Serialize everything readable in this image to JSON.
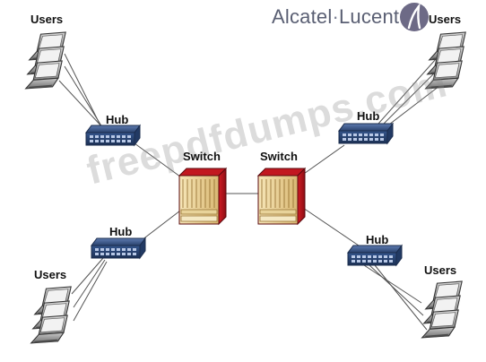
{
  "brand": {
    "name_left": "Alcatel",
    "separator": "·",
    "name_right": "Lucent",
    "logo_icon": "alcatel-lucent-logo-icon",
    "logo_color": "#6d6a86"
  },
  "watermark": {
    "text": "freepdfdumps.com"
  },
  "labels": {
    "users": "Users",
    "hub": "Hub",
    "switch": "Switch"
  },
  "colors": {
    "switch_red": "#b5121b",
    "switch_cream": "#f0d9a0",
    "hub_blue": "#2e4a78",
    "laptop_gray": "#a8a8a8",
    "link_line": "#555555"
  },
  "icons": {
    "laptop": "laptop-icon",
    "hub": "hub-icon",
    "switch": "switch-icon"
  }
}
